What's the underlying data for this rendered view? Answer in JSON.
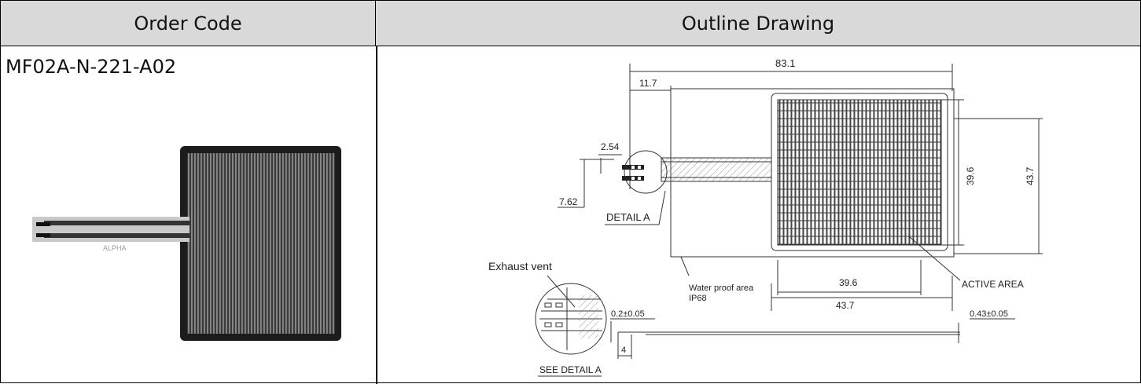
{
  "table": {
    "header_order_code": "Order Code",
    "header_outline": "Outline Drawing",
    "order_code": "MF02A-N-221-A02"
  },
  "photo": {
    "sensor_label": "ALPHA",
    "colors": {
      "frame": "#1c1c1c",
      "grid": "#6a6a6a",
      "tail": "#c9c9c9"
    }
  },
  "drawing": {
    "dim_overall_length": "83.1",
    "dim_tail_offset": "11.7",
    "dim_pin_pitch": "2.54",
    "dim_pin_span": "7.62",
    "detail_label": "DETAIL A",
    "dim_active_height": "39.6",
    "dim_total_height": "43.7",
    "exhaust_label": "Exhaust vent",
    "waterproof_label": "Water proof area",
    "ip_label": "IP68",
    "dim_active_width": "39.6",
    "dim_total_width": "43.7",
    "active_area_label": "ACTIVE AREA",
    "dim_thickness_tail": "0.2±0.05",
    "dim_thickness_sensor": "0.43±0.05",
    "dim_step": "4",
    "see_detail_label": "SEE DETAIL A"
  }
}
